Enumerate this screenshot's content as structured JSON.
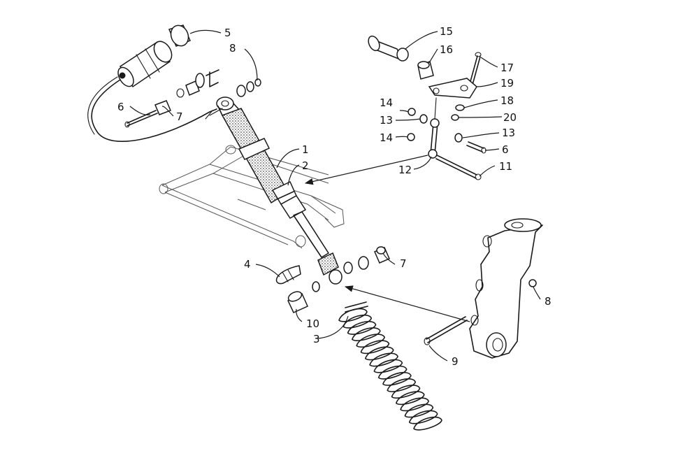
{
  "callouts": {
    "c1": "1",
    "c2": "2",
    "c3": "3",
    "c4": "4",
    "c5": "5",
    "c6a": "6",
    "c6b": "6",
    "c7a": "7",
    "c7b": "7",
    "c8a": "8",
    "c8b": "8",
    "c9": "9",
    "c10": "10",
    "c11": "11",
    "c12": "12",
    "c13a": "13",
    "c13b": "13",
    "c14a": "14",
    "c14b": "14",
    "c15": "15",
    "c16": "16",
    "c17": "17",
    "c18": "18",
    "c19": "19",
    "c20": "20"
  }
}
